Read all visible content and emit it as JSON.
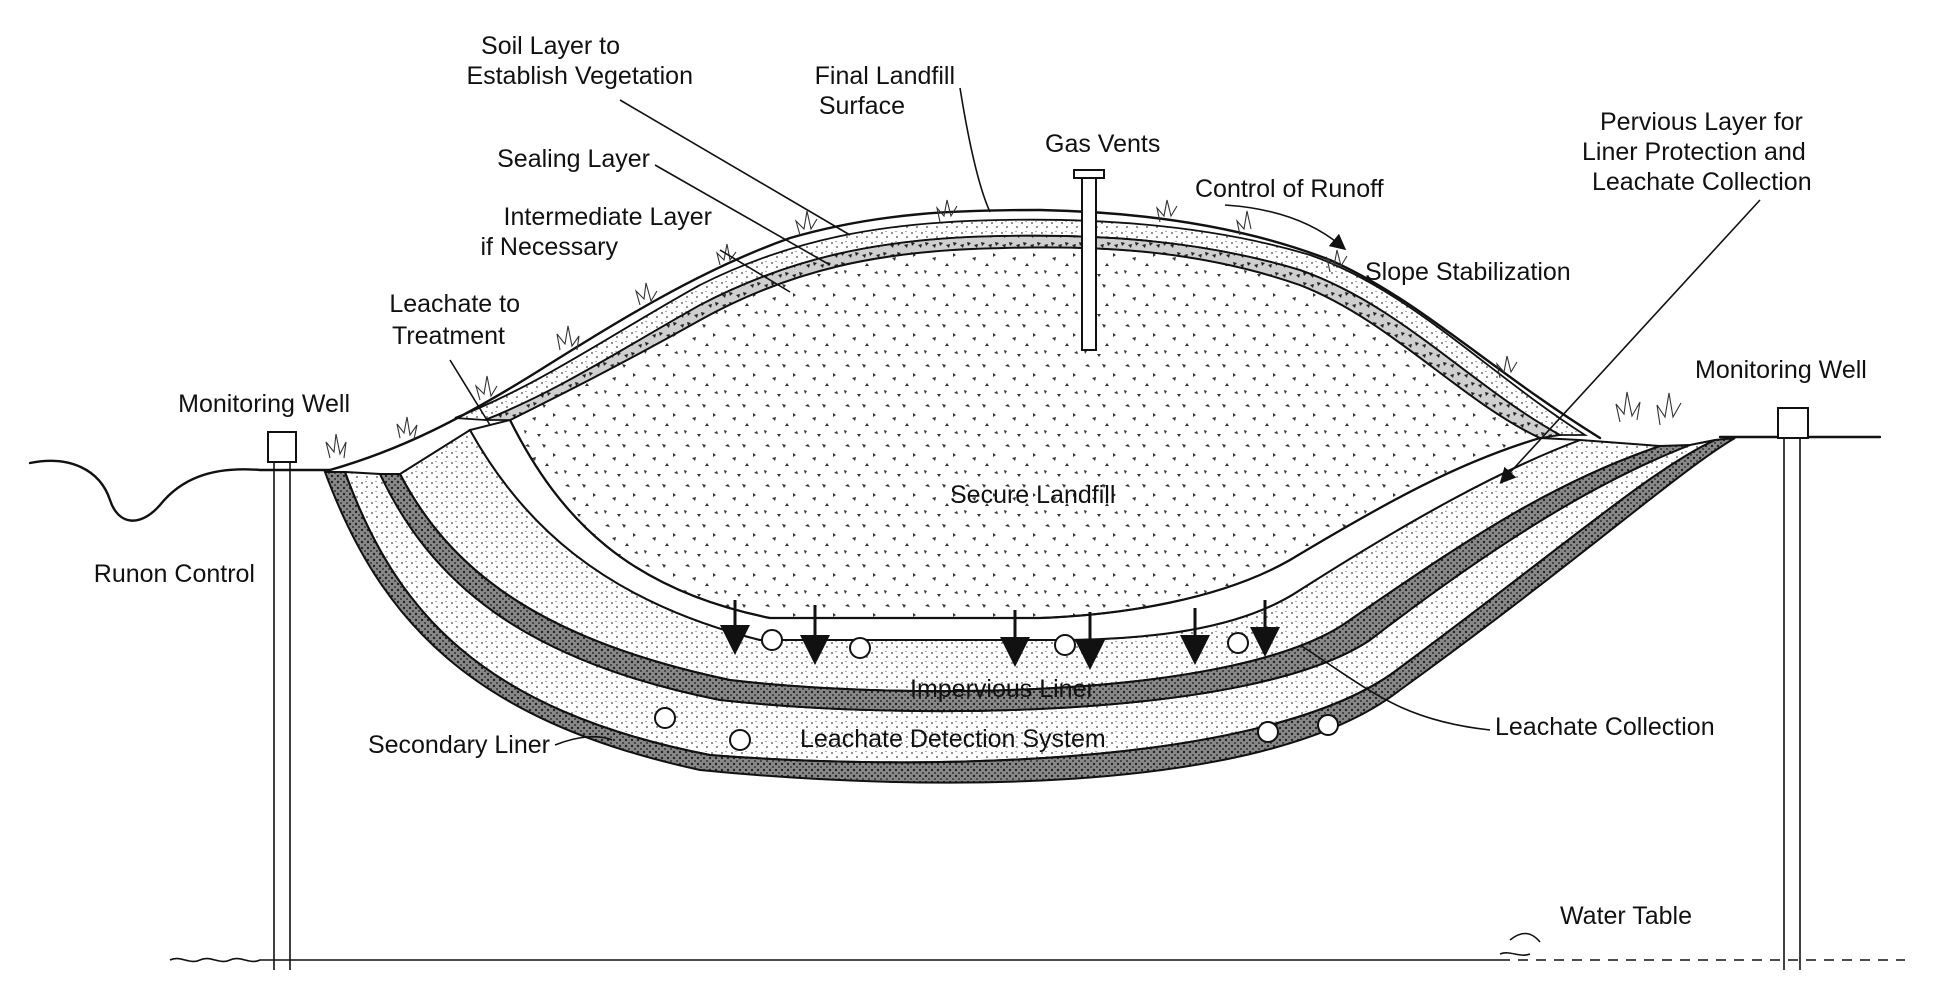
{
  "diagram": {
    "labels": {
      "soil_layer": [
        "Soil Layer to",
        "Establish Vegetation"
      ],
      "final_surface": [
        "Final Landfill",
        "Surface"
      ],
      "gas_vents": "Gas Vents",
      "pervious_layer": [
        "Pervious Layer for",
        "Liner Protection and",
        "Leachate Collection"
      ],
      "sealing_layer": "Sealing Layer",
      "control_runoff": "Control of Runoff",
      "intermediate_layer": [
        "Intermediate Layer",
        "if Necessary"
      ],
      "slope_stabilization": "Slope Stabilization",
      "leachate_treatment": [
        "Leachate to",
        "Treatment"
      ],
      "monitoring_well_left": "Monitoring Well",
      "monitoring_well_right": "Monitoring Well",
      "secure_landfill": "Secure Landfill",
      "runon_control": "Runon Control",
      "impervious_liner": "Impervious Liner",
      "leachate_collection": "Leachate Collection",
      "secondary_liner": "Secondary Liner",
      "leachate_detection": "Leachate Detection System",
      "water_table": "Water Table"
    },
    "colors": {
      "ink": "#111111",
      "background": "#ffffff",
      "stipple": "#444444"
    }
  }
}
